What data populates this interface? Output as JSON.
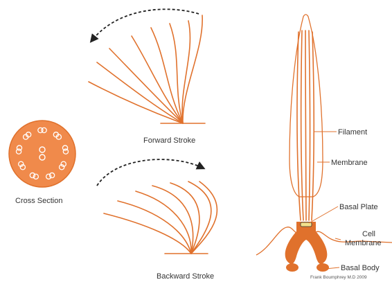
{
  "colors": {
    "orange": "#e0712c",
    "text": "#333333",
    "arrow": "#222222",
    "plate": "#f3e08a"
  },
  "labels": {
    "forward_stroke": "Forward Stroke",
    "backward_stroke": "Backward Stroke",
    "cross_section": "Cross Section",
    "filament": "Filament",
    "membrane": "Membrane",
    "basal_plate": "Basal Plate",
    "cell_membrane_line1": "Cell",
    "cell_membrane_line2": "Membrane",
    "basal_body": "Basal Body",
    "credit": "Frank Boumphrey M.D 2009"
  }
}
